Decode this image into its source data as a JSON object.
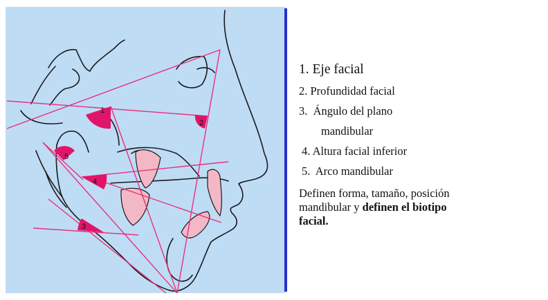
{
  "colors": {
    "background_panel": "#bfdcf5",
    "divider": "#2a2fc8",
    "lines_pink": "#e8307a",
    "angle_fill": "#e0156a",
    "teeth_fill": "#f2b8c6",
    "outline": "#1a1a1a"
  },
  "diagram": {
    "angle_labels": [
      "1",
      "2",
      "3",
      "4",
      "5"
    ]
  },
  "legend": {
    "items": [
      {
        "number": "1.",
        "text": "Eje facial"
      },
      {
        "number": "2.",
        "text": "Profundidad facial"
      },
      {
        "number": "3.",
        "text": "Ángulo del plano"
      },
      {
        "number": "",
        "text": "mandibular"
      },
      {
        "number": "4.",
        "text": "Altura facial inferior"
      },
      {
        "number": "5.",
        "text": "Arco mandibular"
      }
    ],
    "note_line1": "Definen forma, tamaño, posición",
    "note_line2_plain": "mandibular y ",
    "note_line2_bold": "definen el  biotipo",
    "note_line3_bold": "facial."
  }
}
